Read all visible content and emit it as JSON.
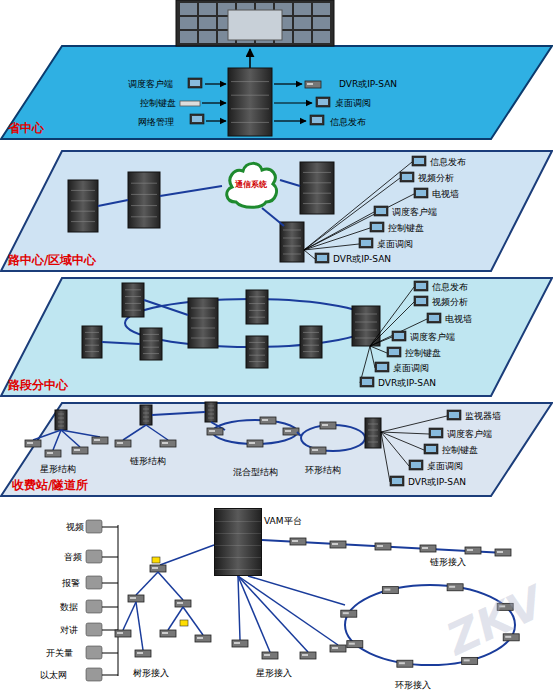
{
  "diagram": {
    "nodes": [
      {
        "text": [
          "省中心"
        ]
      },
      {
        "text": [
          "路中心/区域中心"
        ]
      },
      {
        "text": [
          "通信系统"
        ],
        "in": 1
      },
      {
        "text": [
          "路段分中心"
        ]
      },
      {
        "text": [
          "收费站/隧道所"
        ]
      },
      {
        "text": [
          "VAM平台"
        ]
      }
    ],
    "labels": [
      "调度客户端",
      "控制键盘",
      "网络管理",
      "DVR或IP-SAN",
      "桌面调阅",
      "信息发布",
      "信息发布",
      "视频分析",
      "电视墙",
      "调度客户端",
      "控制键盘",
      "桌面调阅",
      "DVR或IP-SAN",
      "信息发布",
      "视频分析",
      "电视墙",
      "调度客户端",
      "控制键盘",
      "桌面调阅",
      "DVR或IP-SAN",
      "星形结构",
      "链形结构",
      "混合型结构",
      "环形结构",
      "监视器墙",
      "调度客户端",
      "控制键盘",
      "桌面调阅",
      "DVR或IP-SAN",
      "视频",
      "音频",
      "报警",
      "数据",
      "对讲",
      "开关量",
      "以太网",
      "链形接入",
      "树形接入",
      "星形接入",
      "环形接入",
      "ZKV"
    ]
  }
}
